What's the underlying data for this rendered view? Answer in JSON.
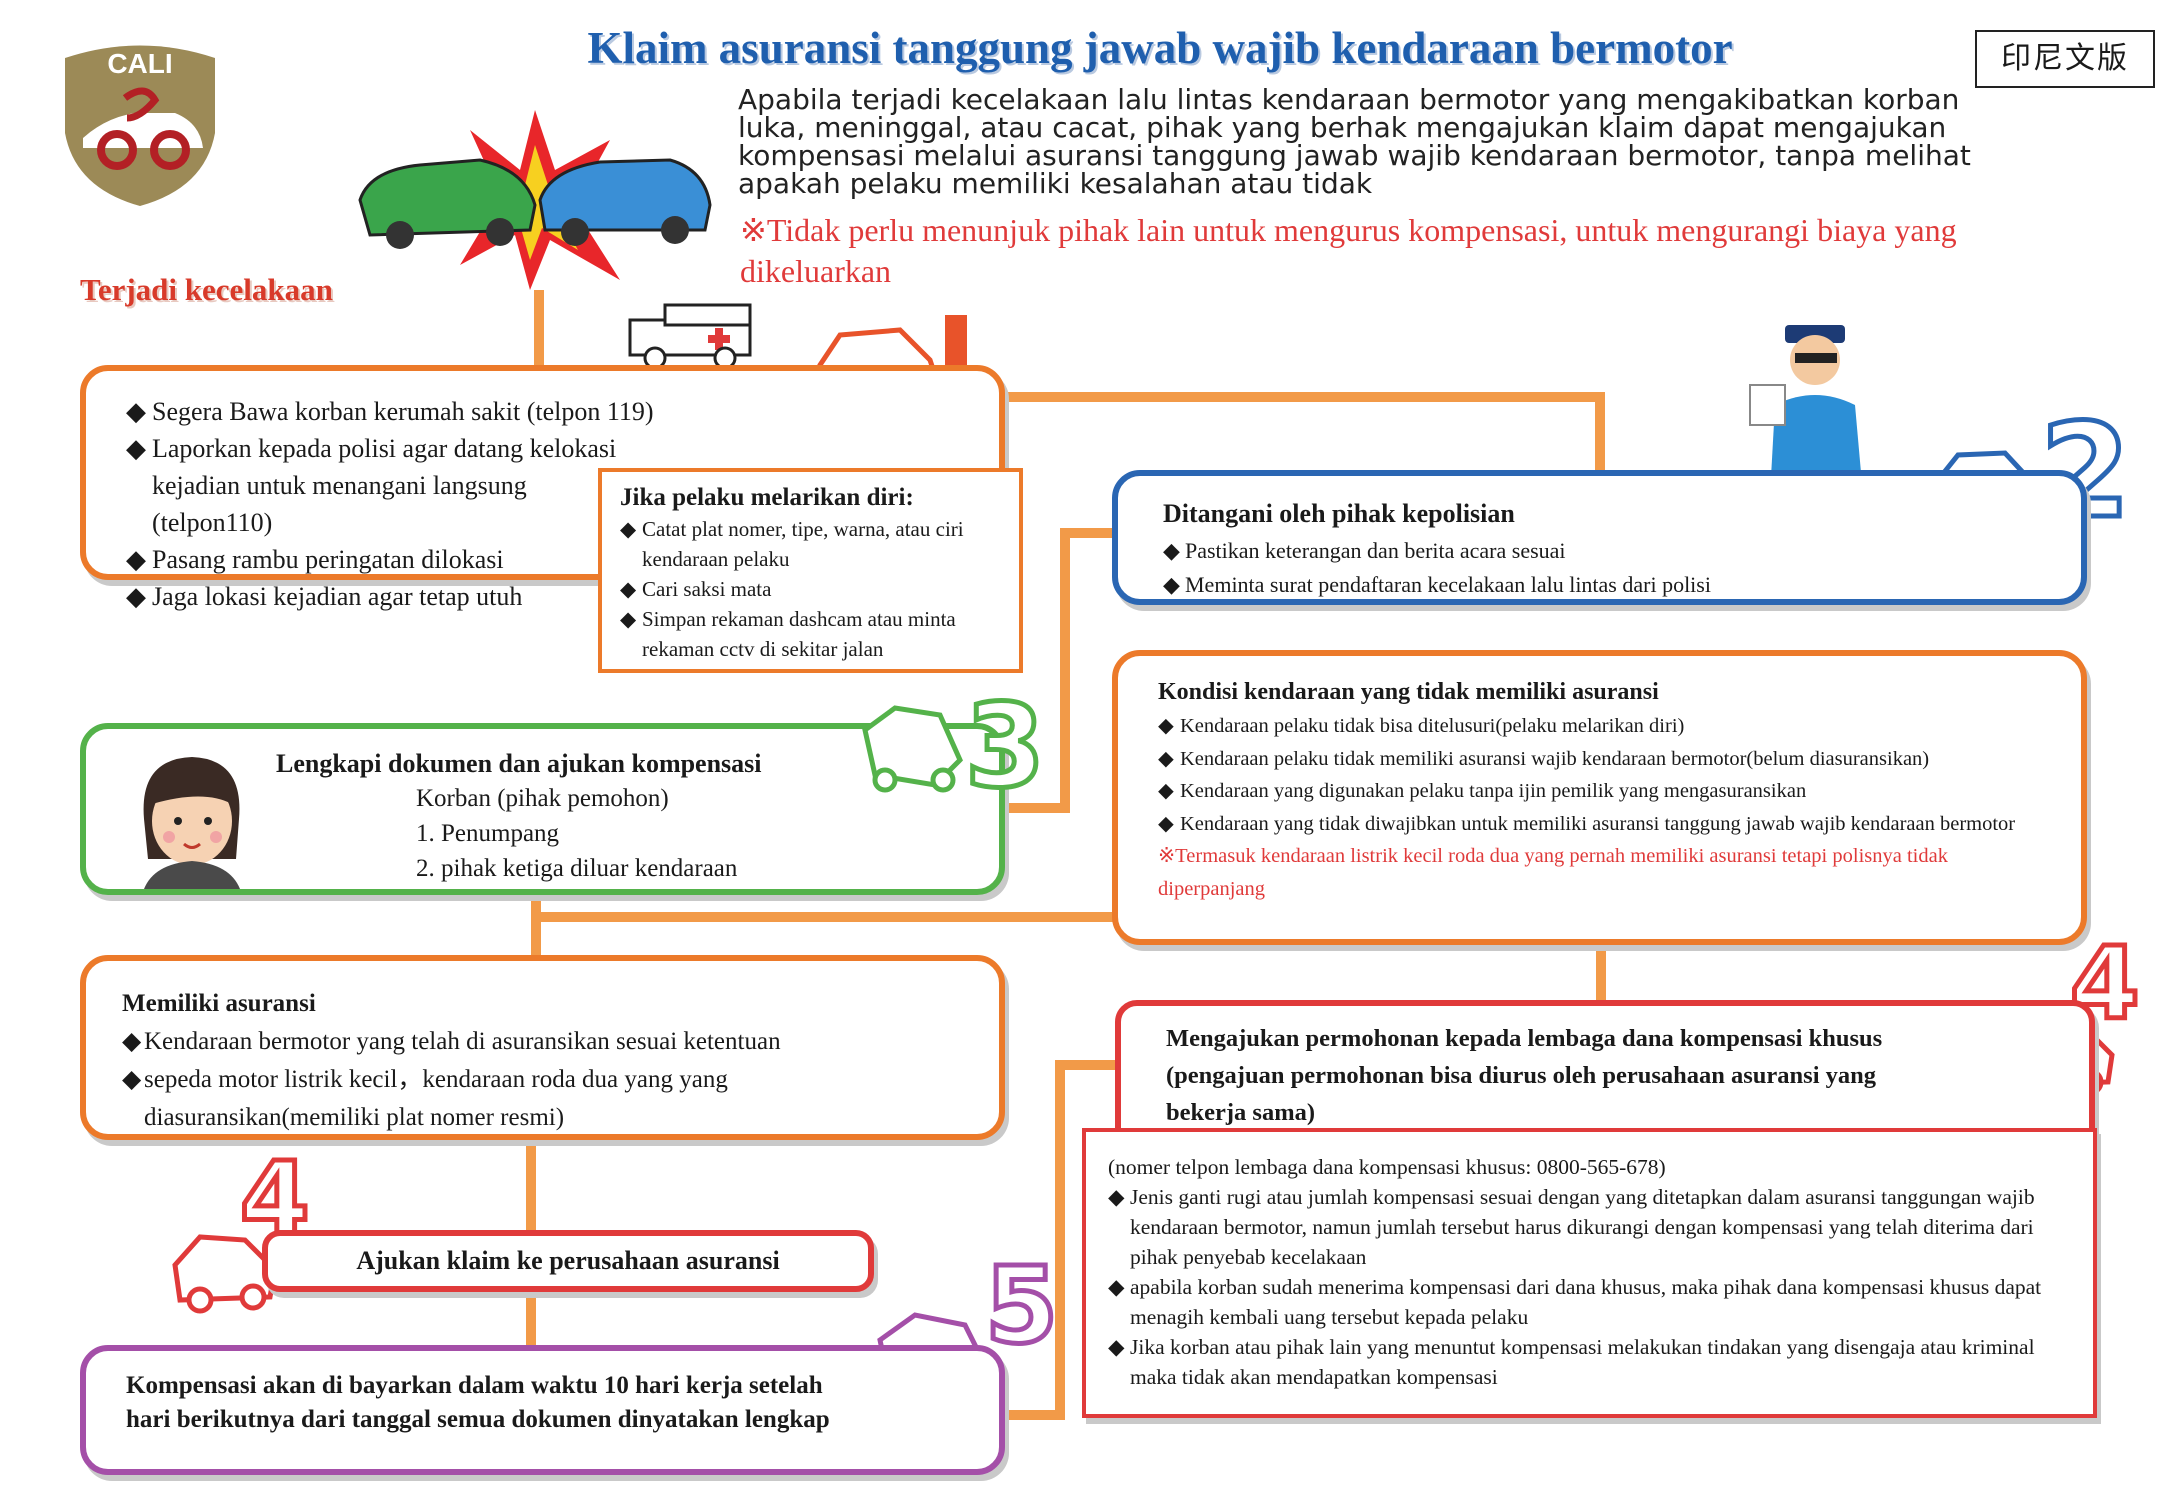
{
  "header": {
    "logo_text": "CALI",
    "title": "Klaim asuransi tanggung jawab wajib kendaraan bermotor",
    "badge": "印尼文版",
    "intro": "Apabila terjadi kecelakaan lalu lintas kendaraan bermotor yang mengakibatkan korban luka, meninggal, atau cacat, pihak yang berhak mengajukan klaim dapat mengajukan kompensasi melalui asuransi tanggung jawab wajib kendaraan bermotor, tanpa melihat apakah pelaku memiliki kesalahan atau tidak",
    "note": "※Tidak perlu menunjuk pihak lain untuk mengurus kompensasi, untuk mengurangi biaya yang dikeluarkan",
    "accident_label": "Terjadi kecelakaan"
  },
  "colors": {
    "title": "#1f5fae",
    "orange": "#ec7a2a",
    "blue": "#2a66b3",
    "green": "#54b24a",
    "red": "#e03a3a",
    "purple": "#a44fa8"
  },
  "step1": {
    "items": [
      "Segera Bawa korban kerumah sakit (telpon 119)",
      "Laporkan kepada polisi agar datang kelokasi kejadian untuk menangani langsung (telpon110)",
      "Pasang rambu peringatan dilokasi",
      "Jaga lokasi kejadian agar tetap utuh"
    ]
  },
  "hitrun": {
    "title": "Jika pelaku melarikan diri:",
    "items": [
      "Catat plat nomer, tipe, warna, atau ciri kendaraan pelaku",
      "Cari saksi mata",
      "Simpan rekaman dashcam atau minta rekaman cctv di sekitar jalan"
    ]
  },
  "step2": {
    "number": "2",
    "title": "Ditangani oleh pihak kepolisian",
    "items": [
      "Pastikan keterangan dan berita acara sesuai",
      "Meminta surat pendaftaran kecelakaan lalu lintas dari polisi"
    ]
  },
  "step3": {
    "number": "3",
    "title": "Lengkapi dokumen dan ajukan kompensasi",
    "subtitle": "Korban (pihak pemohon)",
    "items": [
      "1. Penumpang",
      "2. pihak ketiga diluar kendaraan"
    ]
  },
  "uninsured": {
    "title": "Kondisi kendaraan yang tidak memiliki asuransi",
    "items": [
      "Kendaraan pelaku tidak bisa ditelusuri(pelaku melarikan diri)",
      "Kendaraan pelaku tidak memiliki asuransi wajib kendaraan bermotor(belum diasuransikan)",
      "Kendaraan yang digunakan pelaku tanpa ijin pemilik yang mengasuransikan",
      "Kendaraan yang tidak diwajibkan untuk memiliki asuransi tanggung jawab wajib kendaraan bermotor"
    ],
    "note": "※Termasuk kendaraan listrik kecil roda dua yang pernah memiliki asuransi tetapi polisnya tidak diperpanjang"
  },
  "insured": {
    "title": "Memiliki asuransi",
    "items": [
      "Kendaraan bermotor yang telah di asuransikan sesuai ketentuan",
      "sepeda motor listrik kecil，kendaraan roda dua yang yang diasuransikan(memiliki plat nomer resmi)"
    ]
  },
  "step4a": {
    "number": "4",
    "title": "Ajukan klaim ke perusahaan asuransi"
  },
  "step4b": {
    "number": "4",
    "title": "Mengajukan permohonan kepada lembaga dana kompensasi khusus (pengajuan permohonan bisa diurus oleh perusahaan asuransi yang bekerja sama)",
    "phone": "(nomer telpon lembaga dana kompensasi khusus: 0800-565-678)",
    "items": [
      "Jenis ganti rugi atau jumlah kompensasi sesuai dengan yang ditetapkan dalam asuransi tanggungan wajib kendaraan bermotor,  namun jumlah tersebut harus dikurangi dengan kompensasi yang telah diterima dari pihak penyebab kecelakaan",
      "apabila korban sudah menerima kompensasi dari dana khusus, maka pihak dana kompensasi khusus dapat menagih kembali uang tersebut kepada pelaku",
      "Jika korban atau pihak lain yang menuntut kompensasi melakukan tindakan yang disengaja atau kriminal maka tidak akan mendapatkan kompensasi"
    ]
  },
  "step5": {
    "number": "5",
    "text": "Kompensasi akan di bayarkan dalam waktu 10 hari kerja setelah hari berikutnya dari tanggal semua dokumen dinyatakan lengkap"
  }
}
